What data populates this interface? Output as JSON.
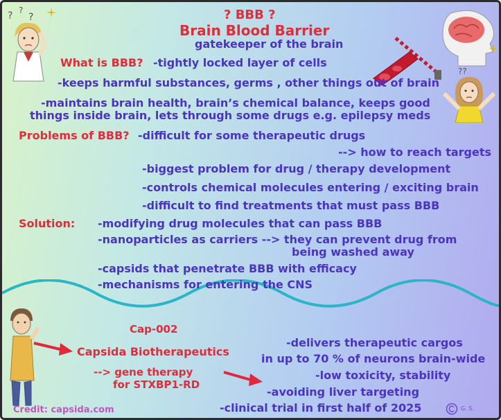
{
  "title": {
    "line1": "? BBB ?",
    "line2": "Brain Blood Barrier",
    "line3": "gatekeeper of the brain"
  },
  "what_is": {
    "label": "What is BBB?",
    "points": [
      "-tightly locked layer of cells",
      "-keeps harmful substances, germs , other things out of brain",
      "-maintains brain health, brain’s chemical balance, keeps good",
      "things inside brain, lets through some drugs e.g. epilepsy meds"
    ]
  },
  "problems": {
    "label": "Problems of BBB?",
    "points": [
      "-difficult for some therapeutic drugs",
      "--> how to reach targets",
      "-biggest problem for drug / therapy development",
      "-controls chemical molecules entering  / exciting brain",
      "-difficult to find treatments that must pass BBB"
    ]
  },
  "solution": {
    "label": "Solution:",
    "points": [
      "-modifying drug molecules that can pass BBB",
      "-nanoparticles as carriers --> they can prevent drug from",
      "being washed away",
      "-capsids that penetrate BBB with efficacy",
      "-mechanisms for entering the CNS"
    ]
  },
  "example": {
    "product": "Cap-002",
    "company": "Capsida Biotherapeutics",
    "therapy_line1": "--> gene therapy",
    "therapy_line2": "for STXBP1-RD",
    "features": [
      "-delivers therapeutic cargos",
      "in up to 70 % of neurons brain-wide",
      "-low toxicity, stability",
      "-avoiding liver targeting",
      "-clinical trial in first half of 2025"
    ]
  },
  "credit": "Credit: capsida.com",
  "signature": "G. S.",
  "colors": {
    "heading_red": "#dc2e3b",
    "text_blue": "#4a34c0",
    "credit_pink": "#c554c3",
    "wave_teal": "#2ab6c6",
    "bg_left": "#d9f3c8",
    "bg_right": "#b1a9f0"
  },
  "icons": [
    "confused-boy-icon",
    "brain-head-icon",
    "confused-girl-icon",
    "praying-man-icon",
    "red-arrow-icon",
    "copyright-icon"
  ]
}
